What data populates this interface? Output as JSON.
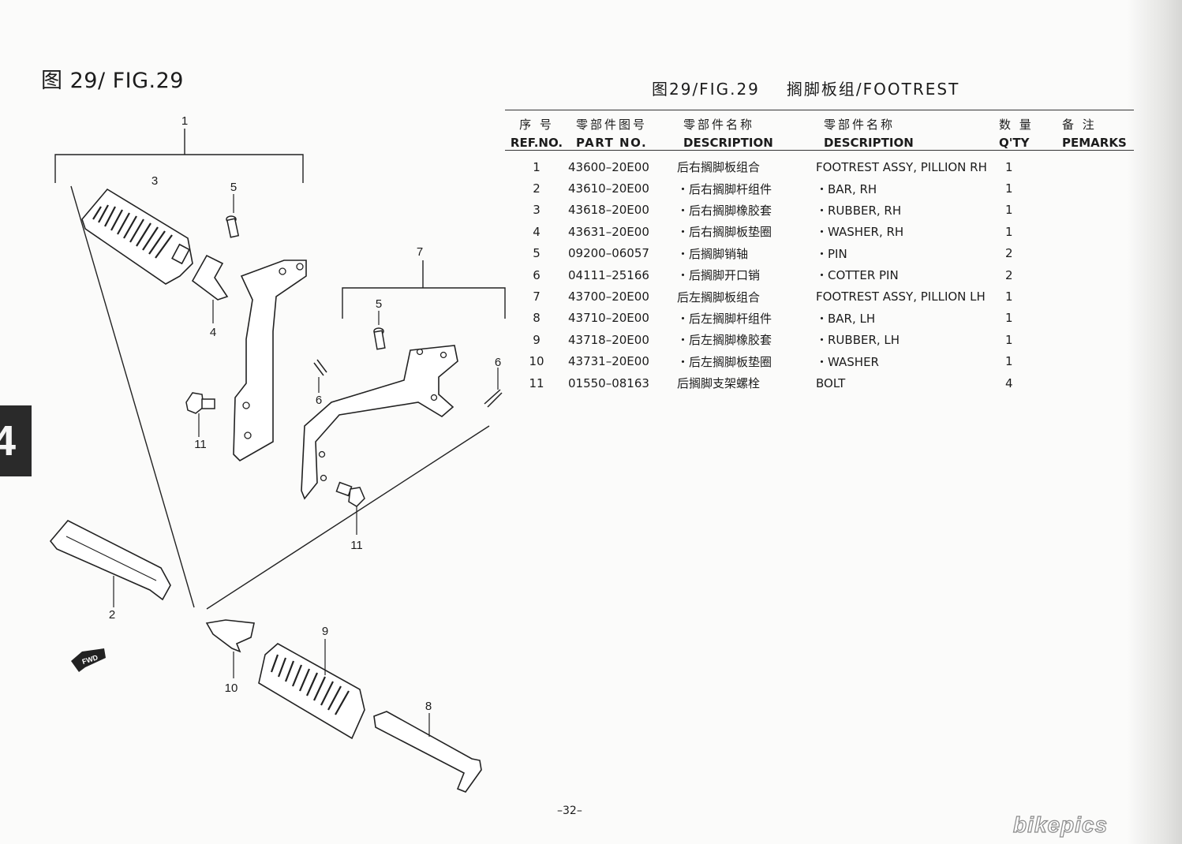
{
  "figure_title_left": "图 29/ FIG.29",
  "figure_title_right": {
    "fig": "图29/FIG.29",
    "group": "搁脚板组/FOOTREST"
  },
  "chapter_tab": "4",
  "table": {
    "headers": {
      "ref": {
        "zh": "序 号",
        "en": "REF.NO."
      },
      "part": {
        "zh": "零部件图号",
        "en": "PART NO."
      },
      "desc_zh": {
        "zh": "零部件名称",
        "en": "DESCRIPTION"
      },
      "desc_en": {
        "zh": "零部件名称",
        "en": "DESCRIPTION"
      },
      "qty": {
        "zh": "数 量",
        "en": "Q'TY"
      },
      "remarks": {
        "zh": "备 注",
        "en": "PEMARKS"
      }
    },
    "rows": [
      {
        "ref": "1",
        "part": "43600–20E00",
        "desc_zh": "后右搁脚板组合",
        "desc_en": "FOOTREST ASSY, PILLION RH",
        "qty": "1"
      },
      {
        "ref": "2",
        "part": "43610–20E00",
        "desc_zh": "・后右搁脚杆组件",
        "desc_en": "・BAR, RH",
        "qty": "1"
      },
      {
        "ref": "3",
        "part": "43618–20E00",
        "desc_zh": "・后右搁脚橡胶套",
        "desc_en": "・RUBBER, RH",
        "qty": "1"
      },
      {
        "ref": "4",
        "part": "43631–20E00",
        "desc_zh": "・后右搁脚板垫圈",
        "desc_en": "・WASHER, RH",
        "qty": "1"
      },
      {
        "ref": "5",
        "part": "09200–06057",
        "desc_zh": "・后搁脚销轴",
        "desc_en": "・PIN",
        "qty": "2"
      },
      {
        "ref": "6",
        "part": "04111–25166",
        "desc_zh": "・后搁脚开口销",
        "desc_en": "・COTTER PIN",
        "qty": "2"
      },
      {
        "ref": "7",
        "part": "43700–20E00",
        "desc_zh": "后左搁脚板组合",
        "desc_en": "FOOTREST ASSY, PILLION LH",
        "qty": "1"
      },
      {
        "ref": "8",
        "part": "43710–20E00",
        "desc_zh": "・后左搁脚杆组件",
        "desc_en": "・BAR, LH",
        "qty": "1"
      },
      {
        "ref": "9",
        "part": "43718–20E00",
        "desc_zh": "・后左搁脚橡胶套",
        "desc_en": "・RUBBER, LH",
        "qty": "1"
      },
      {
        "ref": "10",
        "part": "43731–20E00",
        "desc_zh": "・后左搁脚板垫圈",
        "desc_en": "・WASHER",
        "qty": "1"
      },
      {
        "ref": "11",
        "part": "01550–08163",
        "desc_zh": "后搁脚支架螺栓",
        "desc_en": "BOLT",
        "qty": "4"
      }
    ]
  },
  "diagram": {
    "callouts": [
      "1",
      "2",
      "3",
      "4",
      "5",
      "6",
      "7",
      "5",
      "6",
      "8",
      "9",
      "10",
      "11",
      "11"
    ],
    "fwd_label": "FWD"
  },
  "page_number": "–32–",
  "watermark": "bikepics"
}
